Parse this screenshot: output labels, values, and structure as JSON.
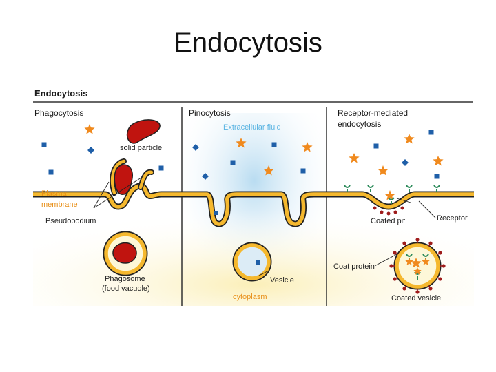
{
  "slide": {
    "title": "Endocytosis"
  },
  "figure": {
    "heading": "Endocytosis",
    "sections": {
      "phagocytosis": "Phagocytosis",
      "pinocytosis": "Pinocytosis",
      "receptor_line1": "Receptor-mediated",
      "receptor_line2": "endocytosis"
    },
    "labels": {
      "extracellular_fluid": "Extracellular fluid",
      "solid_particle": "solid particle",
      "plasma_line1": "Plasma",
      "plasma_line2": "membrane",
      "pseudopodium": "Pseudopodium",
      "phagosome_line1": "Phagosome",
      "phagosome_line2": "(food vacuole)",
      "vesicle": "Vesicle",
      "cytoplasm": "cytoplasm",
      "coated_pit": "Coated pit",
      "receptor": "Receptor",
      "coat_protein": "Coat protein",
      "coated_vesicle": "Coated vesicle"
    },
    "colors": {
      "membrane_fill": "#f5b82e",
      "membrane_stroke": "#222222",
      "particle": "#c0140f",
      "star": "#f08a1e",
      "square": "#1f5fa8",
      "receptor": "#2b8a5a",
      "coat_protein": "#9e1b1b",
      "extracellular_blue": "#cfe6f5",
      "cytoplasm_yellow": "#fdf6d2"
    }
  }
}
